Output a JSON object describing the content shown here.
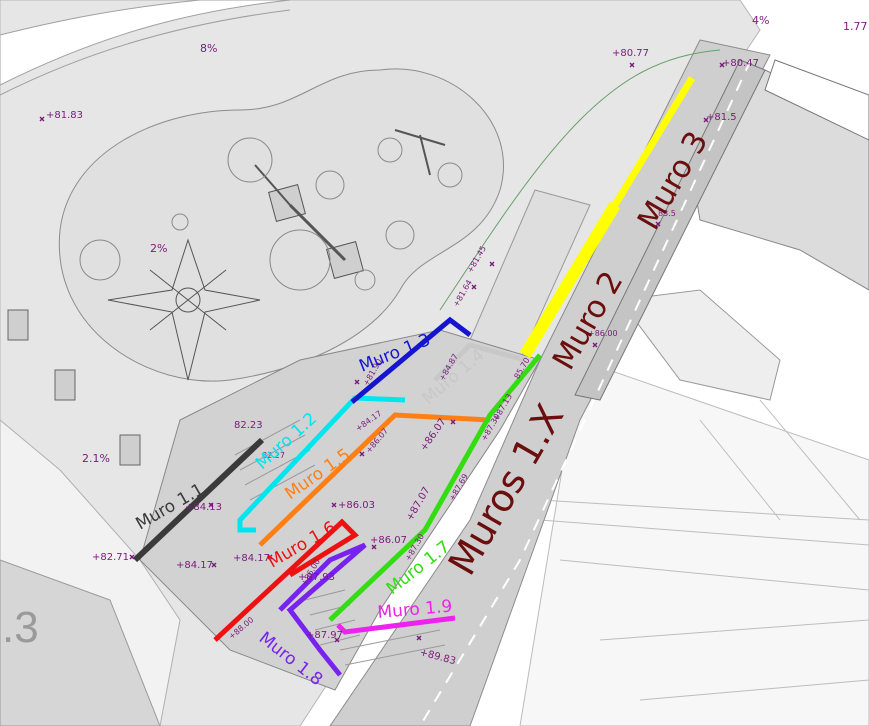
{
  "colors": {
    "background": "#ffffff",
    "park_area": "#e4e4e4",
    "building": "#d9d9d9",
    "road": "#c9c9c9",
    "elevation_text": "#7a1a7a",
    "muro_1_1": "#3a3a3a",
    "muro_1_2": "#00e5ee",
    "muro_1_3": "#1515d0",
    "muro_1_4": "#c8c8c8",
    "muro_1_5": "#ff7f14",
    "muro_1_6": "#ee1111",
    "muro_1_7": "#33dd11",
    "muro_1_8": "#7722ee",
    "muro_1_9": "#ee22ee",
    "muro_2": "#ffff00",
    "muro_3": "#ffff00",
    "muros_1x_text": "#6b0e0e"
  },
  "walls": {
    "muro_1_1": "Muro 1.1",
    "muro_1_2": "Muro 1.2",
    "muro_1_3": "Muro 1.3",
    "muro_1_4": "Muro 1.4",
    "muro_1_5": "Muro 1.5",
    "muro_1_6": "Muro 1.6",
    "muro_1_7": "Muro 1.7",
    "muro_1_8": "Muro 1.8",
    "muro_1_9": "Muro 1.9",
    "muro_2": "Muro 2",
    "muro_3": "Muro 3",
    "muros_1x": "Muros 1.X"
  },
  "elevations": {
    "e_81_83": "+81.83",
    "e_80_77": "+80.77",
    "e_80_47": "+80.47",
    "e_81_5": "+81.5",
    "e_83_5": "83.5",
    "e_81_45": "+81.45",
    "e_81_64": "+81.64",
    "e_86_00": "+86.00",
    "e_84_87": "+84.87",
    "e_85_70": "85.70",
    "e_81_90": "+81.90",
    "e_84_17a": "+84.17",
    "e_86_07a": "+86.07",
    "e_87_13": "+87.13",
    "e_86_07b": "+86.07",
    "e_87_30": "+87.30",
    "e_82_23": "82.23",
    "e_82_27": "82.27",
    "e_84_13": "+84.13",
    "e_86_03": "+86.03",
    "e_87_07": "+87.07",
    "e_87_69": "+87.69",
    "e_82_71": "+82.71",
    "e_84_17b": "+84.17",
    "e_84_17c": "+84.17",
    "e_86_07c": "+86.07",
    "e_87_30b": "+87.30",
    "e_87_93": "+87.93",
    "e_86_00b": "+86.00",
    "e_87_97": "+87.97",
    "e_89_83": "+89.83",
    "e_88_00": "+88.00"
  },
  "slopes": {
    "s_8": "8%",
    "s_4": "4%",
    "s_1_77": "1.77",
    "s_2": "2%",
    "s_2_1": "2.1%"
  },
  "zone_label": ".3"
}
